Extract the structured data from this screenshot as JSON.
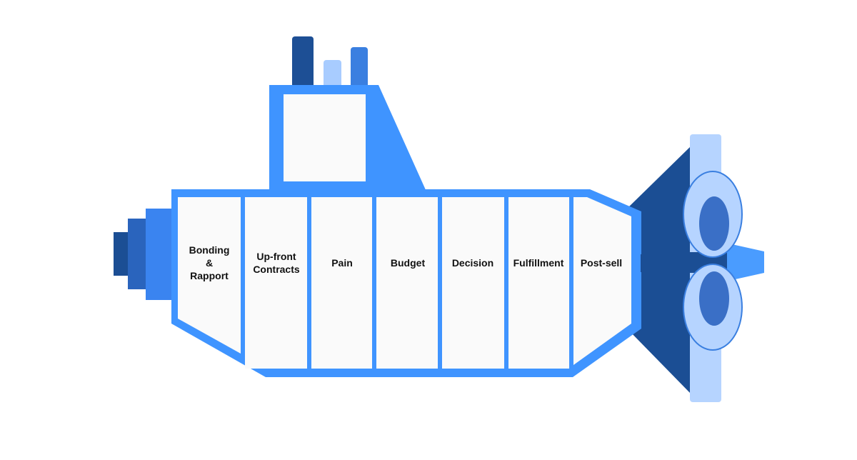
{
  "colors": {
    "hull": "#3f94ff",
    "hull_dark": "#1b4e94",
    "hull_mid": "#2f6fd0",
    "light": "#b6d4ff",
    "panel": "#fafafa",
    "tower_dark": "#1d4f95",
    "tower_light": "#a8ccff",
    "tower_mid": "#3a7fe0"
  },
  "compartments": [
    {
      "lines": [
        "Bonding",
        "&",
        "Rapport"
      ]
    },
    {
      "lines": [
        "Up-front",
        "Contracts"
      ]
    },
    {
      "lines": [
        "Pain"
      ]
    },
    {
      "lines": [
        "Budget"
      ]
    },
    {
      "lines": [
        "Decision"
      ]
    },
    {
      "lines": [
        "Fulfillment"
      ]
    },
    {
      "lines": [
        "Post-sell"
      ]
    }
  ]
}
